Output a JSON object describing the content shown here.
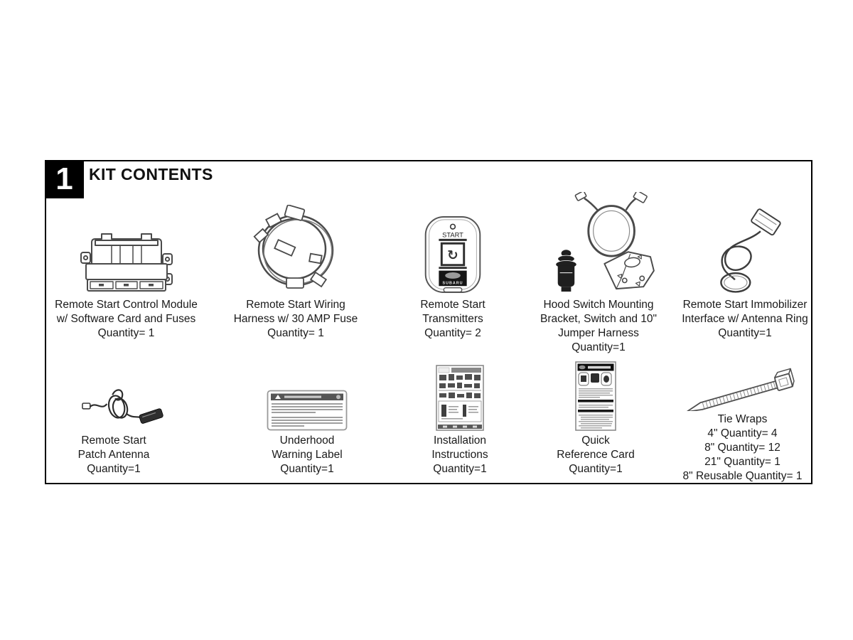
{
  "section": {
    "number": "1",
    "title": "KIT CONTENTS"
  },
  "items": {
    "control_module": {
      "illustration": "remote-start-control-module",
      "lines": [
        "Remote Start Control Module",
        "w/ Software Card and Fuses",
        "Quantity= 1"
      ]
    },
    "wiring_harness": {
      "illustration": "wiring-harness-coil",
      "lines": [
        "Remote Start Wiring",
        "Harness w/ 30 AMP Fuse",
        "Quantity= 1"
      ]
    },
    "transmitters": {
      "illustration": "remote-start-transmitter-fob",
      "lines": [
        "Remote Start",
        "Transmitters",
        "Quantity= 2"
      ]
    },
    "hood_switch": {
      "illustration": "hood-switch-bracket-and-jumper",
      "lines": [
        "Hood Switch Mounting",
        "Bracket, Switch and 10\"",
        "Jumper Harness",
        "Quantity=1"
      ]
    },
    "immobilizer": {
      "illustration": "immobilizer-interface-antenna-ring",
      "lines": [
        "Remote Start Immobilizer",
        "Interface w/ Antenna Ring",
        "Quantity=1"
      ]
    },
    "patch_antenna": {
      "illustration": "patch-antenna-cable",
      "lines": [
        "Remote Start",
        "Patch Antenna",
        "Quantity=1"
      ]
    },
    "warning_label": {
      "illustration": "underhood-warning-label",
      "lines": [
        "Underhood",
        "Warning Label",
        "Quantity=1"
      ]
    },
    "instructions": {
      "illustration": "installation-instructions-sheet",
      "lines": [
        "Installation",
        "Instructions",
        "Quantity=1"
      ]
    },
    "reference_card": {
      "illustration": "quick-reference-card",
      "lines": [
        "Quick",
        "Reference Card",
        "Quantity=1"
      ]
    },
    "tie_wraps": {
      "illustration": "tie-wrap",
      "lines": [
        "Tie Wraps",
        "4\" Quantity= 4",
        "8\" Quantity= 12",
        "21\" Quantity= 1",
        "8\" Reusable Quantity= 1"
      ]
    }
  },
  "fob_labels": {
    "start": "START",
    "brand": "SUBARU"
  },
  "icons": {
    "fob_button_arrow": "↻"
  },
  "colors": {
    "ink": "#1a1a1a",
    "line_art": "#4a4a4a",
    "page_bg": "#ffffff"
  }
}
